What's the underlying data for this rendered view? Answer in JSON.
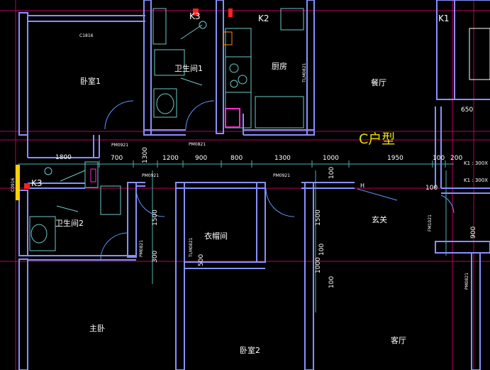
{
  "title": "C户型",
  "rooms": {
    "bedroom1": "卧室1",
    "bathroom1": "卫生间1",
    "kitchen": "厨房",
    "dining": "餐厅",
    "bathroom2": "卫生间2",
    "cloakroom": "衣帽间",
    "foyer": "玄关",
    "master_bedroom": "主卧",
    "bedroom2": "卧室2",
    "living": "客厅"
  },
  "tags": {
    "k3_top": "K3",
    "k2": "K2",
    "k1": "K1",
    "k3_left": "K3",
    "h": "H",
    "k_a": "K1 : 300X",
    "k_b": "K1 : 300X"
  },
  "doors": {
    "c1516": "C1816",
    "pm0921_a": "PM0921",
    "pm0821_a": "PM0821",
    "pm0921_b": "PM0921",
    "pm0921_c": "PM0921",
    "tlm0821_kitchen": "TLM0821",
    "pm0821_bath2": "PM0821",
    "tlm0821_cloak": "TLM0821",
    "fm1021": "FM1021",
    "pm0821_right": "PM0821",
    "c0916": "C0916"
  },
  "dims": {
    "d1800": "1800",
    "d700": "700",
    "d1300a": "1300",
    "d1200": "1200",
    "d900a": "900",
    "d800": "800",
    "d1300b": "1300",
    "d1000": "1000",
    "d1950": "1950",
    "d100a": "100",
    "d200": "200",
    "d650": "650",
    "d1500a": "1500",
    "d300": "300",
    "d500": "500",
    "d1500b": "1500",
    "d100b": "100",
    "d1000v": "1000",
    "d100c": "100",
    "d900v": "900",
    "d100d": "100",
    "d100e": "100"
  }
}
